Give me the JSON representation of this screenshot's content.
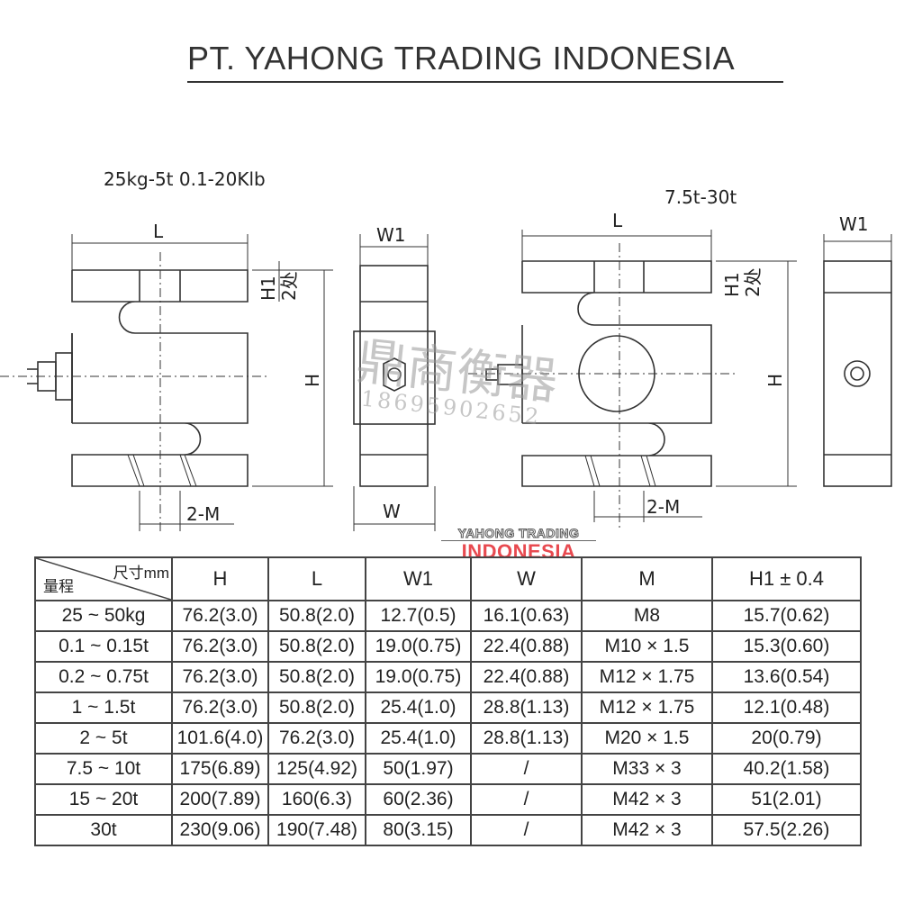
{
  "header": {
    "title": "PT. YAHONG TRADING INDONESIA"
  },
  "drawing_small": {
    "range_label": "25kg-5t   0.1-20Klb",
    "dim_L": "L",
    "dim_W1": "W1",
    "dim_H1": "H1",
    "dim_H1_note": "2处",
    "dim_H": "H",
    "dim_W": "W",
    "dim_2M": "2-M"
  },
  "drawing_large": {
    "range_label": "7.5t-30t",
    "dim_L": "L",
    "dim_W1": "W1",
    "dim_H1": "H1",
    "dim_H1_note": "2处",
    "dim_H": "H",
    "dim_2M": "2-M"
  },
  "watermark": {
    "chars": "鼎商衡器",
    "phone": "18695902652"
  },
  "logo": {
    "line1": "YAHONG TRADING",
    "line2": "INDONESIA"
  },
  "table": {
    "corner_top": "尺寸mm",
    "corner_bottom": "量程",
    "headers": [
      "H",
      "L",
      "W1",
      "W",
      "M",
      "H1 ± 0.4"
    ],
    "rows": [
      {
        "range": "25 ~ 50kg",
        "H": "76.2(3.0)",
        "L": "50.8(2.0)",
        "W1": "12.7(0.5)",
        "W": "16.1(0.63)",
        "M": "M8",
        "H1": "15.7(0.62)"
      },
      {
        "range": "0.1 ~ 0.15t",
        "H": "76.2(3.0)",
        "L": "50.8(2.0)",
        "W1": "19.0(0.75)",
        "W": "22.4(0.88)",
        "M": "M10 × 1.5",
        "H1": "15.3(0.60)"
      },
      {
        "range": "0.2 ~ 0.75t",
        "H": "76.2(3.0)",
        "L": "50.8(2.0)",
        "W1": "19.0(0.75)",
        "W": "22.4(0.88)",
        "M": "M12 × 1.75",
        "H1": "13.6(0.54)"
      },
      {
        "range": "1 ~ 1.5t",
        "H": "76.2(3.0)",
        "L": "50.8(2.0)",
        "W1": "25.4(1.0)",
        "W": "28.8(1.13)",
        "M": "M12 × 1.75",
        "H1": "12.1(0.48)"
      },
      {
        "range": "2 ~ 5t",
        "H": "101.6(4.0)",
        "L": "76.2(3.0)",
        "W1": "25.4(1.0)",
        "W": "28.8(1.13)",
        "M": "M20 × 1.5",
        "H1": "20(0.79)"
      },
      {
        "range": "7.5 ~ 10t",
        "H": "175(6.89)",
        "L": "125(4.92)",
        "W1": "50(1.97)",
        "W": "/",
        "M": "M33 × 3",
        "H1": "40.2(1.58)"
      },
      {
        "range": "15 ~ 20t",
        "H": "200(7.89)",
        "L": "160(6.3)",
        "W1": "60(2.36)",
        "W": "/",
        "M": "M42 × 3",
        "H1": "51(2.01)"
      },
      {
        "range": "30t",
        "H": "230(9.06)",
        "L": "190(7.48)",
        "W1": "80(3.15)",
        "W": "/",
        "M": "M42 × 3",
        "H1": "57.5(2.26)"
      }
    ]
  }
}
